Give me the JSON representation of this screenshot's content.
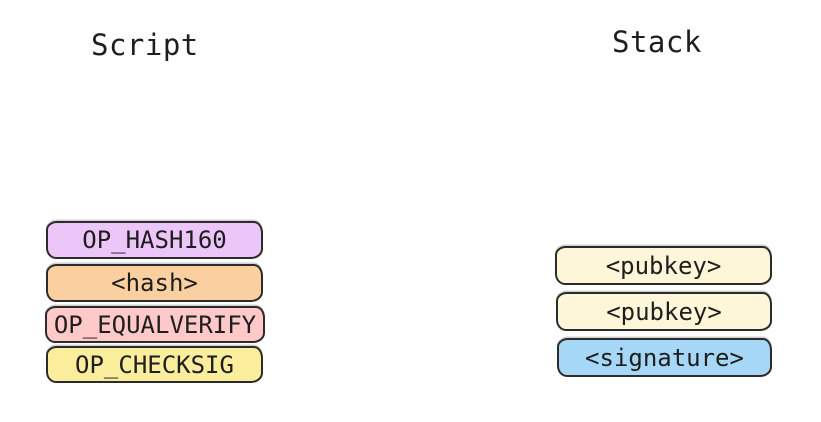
{
  "canvas": {
    "background": "#ffffff",
    "stroke_color": "#2b2b2b",
    "text_color": "#1e1e1e"
  },
  "script_column": {
    "title": "Script",
    "boxes": [
      {
        "label": "OP_HASH160",
        "fill": "#ecc6f8"
      },
      {
        "label": "<hash>",
        "fill": "#fbd0a0"
      },
      {
        "label": "OP_EQUALVERIFY",
        "fill": "#ffc9c9"
      },
      {
        "label": "OP_CHECKSIG",
        "fill": "#faee9d"
      }
    ]
  },
  "stack_column": {
    "title": "Stack",
    "boxes": [
      {
        "label": "<pubkey>",
        "fill": "#fdf6d8"
      },
      {
        "label": "<pubkey>",
        "fill": "#fdf6d8"
      },
      {
        "label": "<signature>",
        "fill": "#a6d7f6"
      }
    ]
  }
}
